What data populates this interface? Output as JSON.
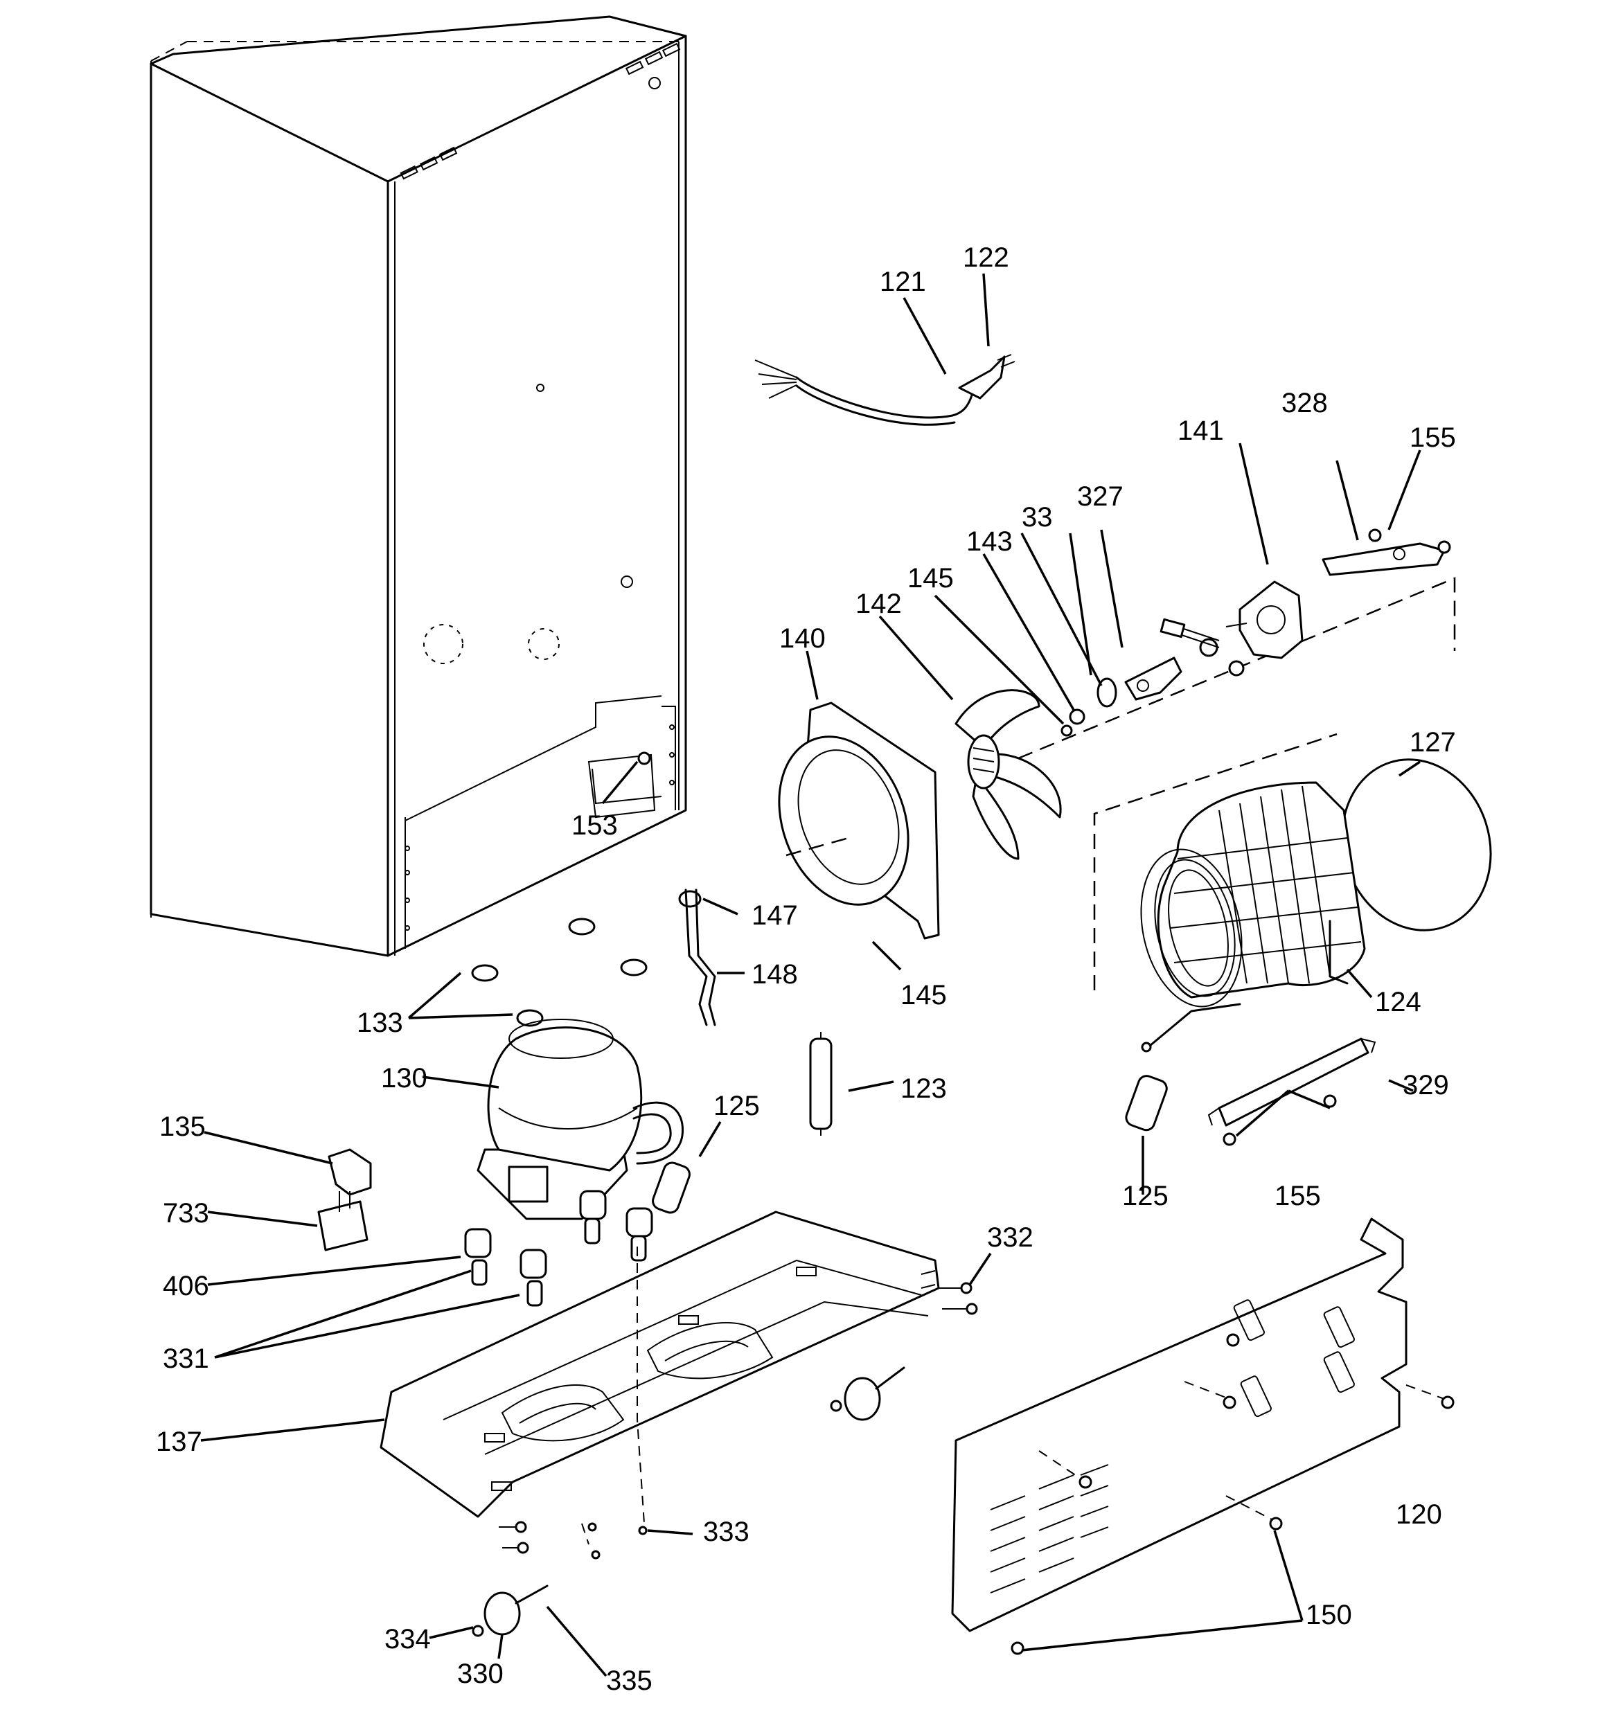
{
  "callouts": [
    {
      "id": "c120",
      "label": "120"
    },
    {
      "id": "c121",
      "label": "121"
    },
    {
      "id": "c122",
      "label": "122"
    },
    {
      "id": "c123",
      "label": "123"
    },
    {
      "id": "c124",
      "label": "124"
    },
    {
      "id": "c125a",
      "label": "125"
    },
    {
      "id": "c125b",
      "label": "125"
    },
    {
      "id": "c127",
      "label": "127"
    },
    {
      "id": "c130",
      "label": "130"
    },
    {
      "id": "c133",
      "label": "133"
    },
    {
      "id": "c135",
      "label": "135"
    },
    {
      "id": "c137",
      "label": "137"
    },
    {
      "id": "c140",
      "label": "140"
    },
    {
      "id": "c141",
      "label": "141"
    },
    {
      "id": "c142",
      "label": "142"
    },
    {
      "id": "c143",
      "label": "143"
    },
    {
      "id": "c145a",
      "label": "145"
    },
    {
      "id": "c145b",
      "label": "145"
    },
    {
      "id": "c147",
      "label": "147"
    },
    {
      "id": "c148",
      "label": "148"
    },
    {
      "id": "c150",
      "label": "150"
    },
    {
      "id": "c153",
      "label": "153"
    },
    {
      "id": "c155a",
      "label": "155"
    },
    {
      "id": "c155b",
      "label": "155"
    },
    {
      "id": "c327",
      "label": "327"
    },
    {
      "id": "c328",
      "label": "328"
    },
    {
      "id": "c329",
      "label": "329"
    },
    {
      "id": "c33",
      "label": "33"
    },
    {
      "id": "c330",
      "label": "330"
    },
    {
      "id": "c331",
      "label": "331"
    },
    {
      "id": "c332",
      "label": "332"
    },
    {
      "id": "c333",
      "label": "333"
    },
    {
      "id": "c334",
      "label": "334"
    },
    {
      "id": "c335",
      "label": "335"
    },
    {
      "id": "c406",
      "label": "406"
    },
    {
      "id": "c733",
      "label": "733"
    }
  ]
}
